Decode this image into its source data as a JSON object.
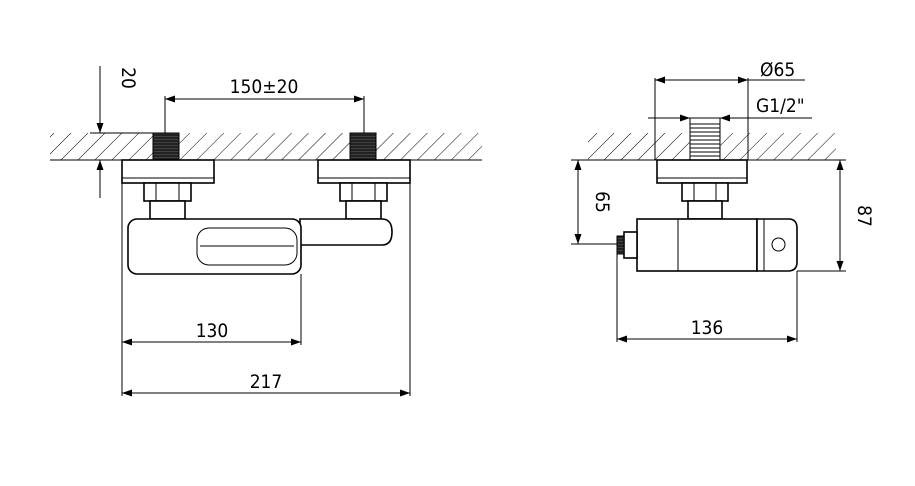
{
  "front_view": {
    "dim_thread_depth": "20",
    "dim_centers": "150±20",
    "dim_handle": "130",
    "dim_total_width": "217"
  },
  "side_view": {
    "dim_escutcheon_diameter": "Ø65",
    "dim_thread": "G1/2\"",
    "dim_outlet_height": "65",
    "dim_total_height": "87",
    "dim_depth": "136"
  },
  "colors": {
    "line": "#000000",
    "background": "#ffffff"
  }
}
